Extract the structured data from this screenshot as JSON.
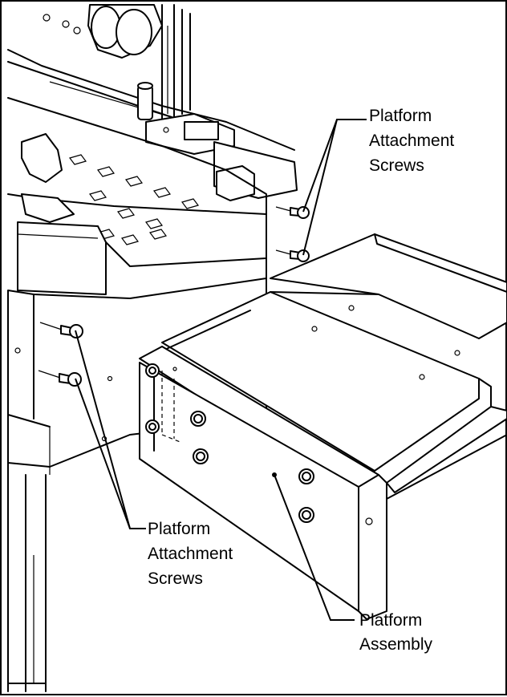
{
  "callouts": {
    "top_screws": [
      "Platform",
      "Attachment",
      "Screws"
    ],
    "bottom_screws": [
      "Platform",
      "Attachment",
      "Screws"
    ],
    "assembly": [
      "Platform",
      "Assembly"
    ]
  }
}
